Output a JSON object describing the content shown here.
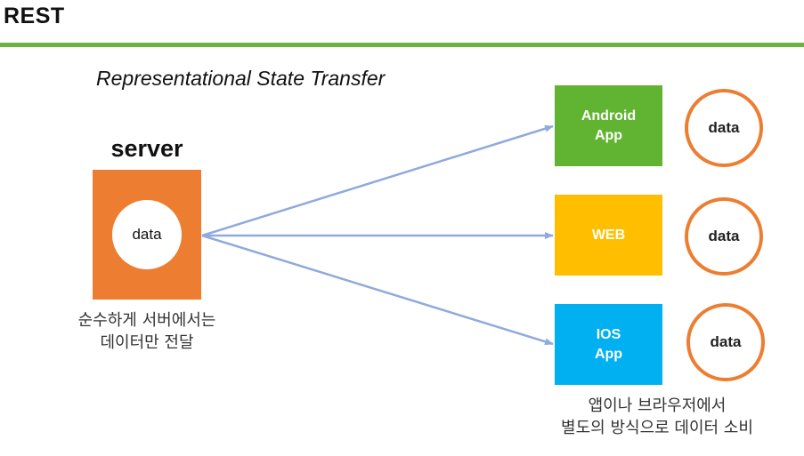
{
  "title": "REST",
  "subtitle": "Representational State Transfer",
  "server": {
    "label": "server",
    "data_label": "data",
    "caption_line1": "순수하게 서버에서는",
    "caption_line2": "데이터만 전달"
  },
  "clients": [
    {
      "line1": "Android",
      "line2": "App",
      "data_label": "data",
      "color": "#61b431"
    },
    {
      "line1": "WEB",
      "line2": "",
      "data_label": "data",
      "color": "#ffbf00"
    },
    {
      "line1": "IOS",
      "line2": "App",
      "data_label": "data",
      "color": "#00b0f0"
    }
  ],
  "client_caption_line1": "앱이나 브라우저에서",
  "client_caption_line2": "별도의 방식으로 데이터 소비",
  "colors": {
    "accent_bar": "#6db33f",
    "server": "#ed7d31",
    "arrow": "#8faadc",
    "ring": "#ed7d31"
  }
}
